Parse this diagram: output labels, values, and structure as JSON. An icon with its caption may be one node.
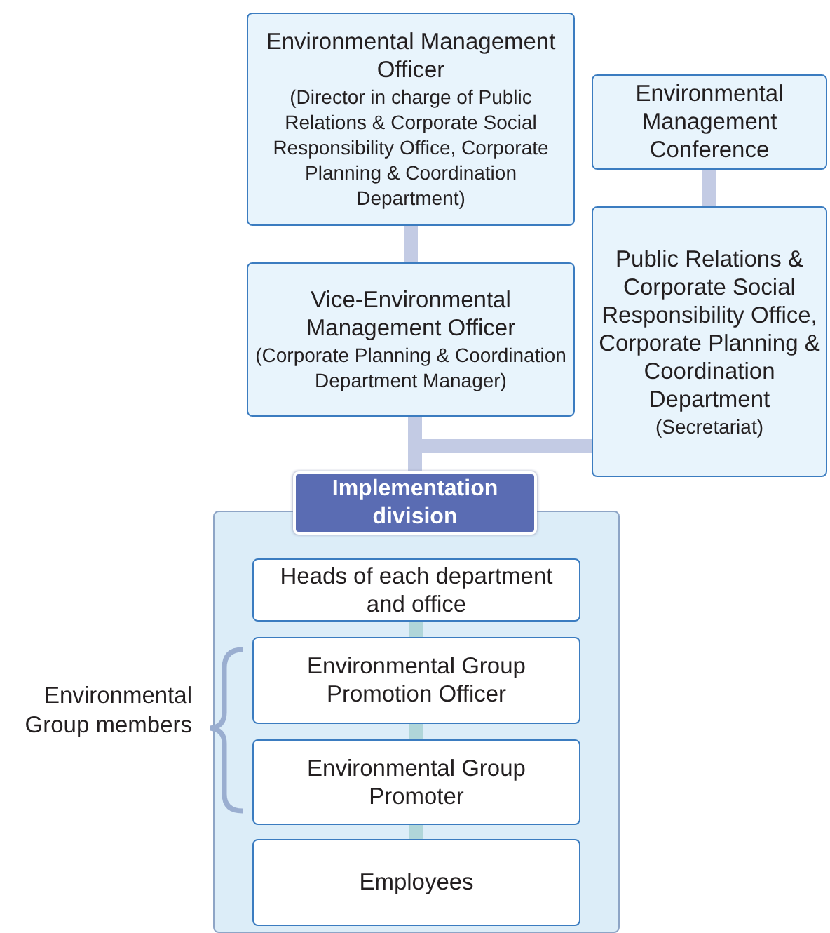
{
  "diagram": {
    "nodes": [
      {
        "text": [
          "Environmental Management Officer",
          "(Director in charge of Public Relations & Corporate Social Responsibility Office, Corporate Planning & Coordination Department)"
        ]
      },
      {
        "text": [
          "Environmental Management Conference"
        ]
      },
      {
        "text": [
          "Vice-Environmental Management Officer",
          "(Corporate Planning & Coordination Department Manager)"
        ]
      },
      {
        "text": [
          "Public Relations & Corporate Social Responsibility Office, Corporate Planning & Coordination Department",
          "(Secretariat)"
        ]
      },
      {
        "text": [
          "Implementation division"
        ]
      },
      {
        "text": [
          "Heads of each department and office"
        ],
        "in": 4
      },
      {
        "text": [
          "Environmental Group Promotion Officer"
        ],
        "in": 4
      },
      {
        "text": [
          "Environmental Group Promoter"
        ],
        "in": 4
      },
      {
        "text": [
          "Employees"
        ],
        "in": 4
      }
    ],
    "edges": [
      {
        "from": 0,
        "to": 2,
        "arrow": "none"
      },
      {
        "from": 1,
        "to": 3,
        "arrow": "none"
      },
      {
        "from": 2,
        "to": 4,
        "arrow": "none"
      },
      {
        "from": 3,
        "to": 4,
        "arrow": "none"
      },
      {
        "from": 5,
        "to": 6,
        "arrow": "none",
        "color": "#b0d6d9"
      },
      {
        "from": 6,
        "to": 7,
        "arrow": "none",
        "color": "#b0d6d9"
      },
      {
        "from": 7,
        "to": 8,
        "arrow": "none",
        "color": "#b0d6d9"
      }
    ],
    "labels": [
      "Environmental Group members"
    ]
  }
}
